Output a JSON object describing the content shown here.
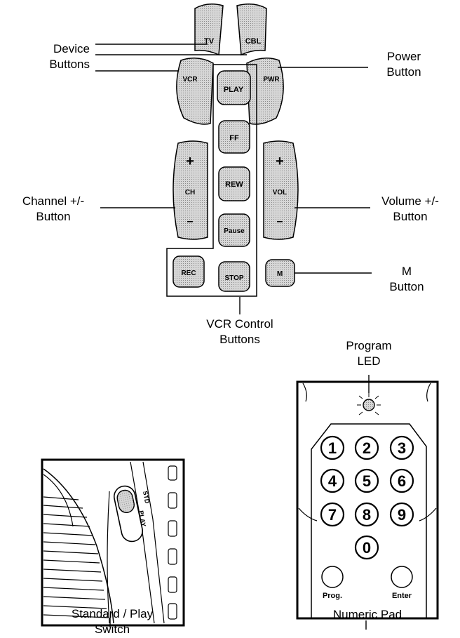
{
  "colors": {
    "button_fill": "#c8c8c8",
    "stroke": "#000000",
    "background": "#ffffff"
  },
  "buttons": {
    "tv": "TV",
    "cbl": "CBL",
    "vcr": "VCR",
    "pwr": "PWR",
    "play": "PLAY",
    "ff": "FF",
    "rew": "REW",
    "pause": "Pause",
    "rec": "REC",
    "stop": "STOP",
    "m": "M",
    "plus": "+",
    "minus": "–",
    "ch": "CH",
    "vol": "VOL"
  },
  "labels": {
    "device_1": "Device",
    "device_2": "Buttons",
    "power_1": "Power",
    "power_2": "Button",
    "channel_1": "Channel +/-",
    "channel_2": "Button",
    "volume_1": "Volume +/-",
    "volume_2": "Button",
    "m_1": "M",
    "m_2": "Button",
    "vcr_1": "VCR Control",
    "vcr_2": "Buttons",
    "led_1": "Program",
    "led_2": "LED",
    "switch_1": "Standard / Play",
    "switch_2": "Switch",
    "numpad": "Numeric Pad"
  },
  "switch_panel": {
    "std": "STD",
    "play": "PLAY"
  },
  "numpad_keys": [
    "1",
    "2",
    "3",
    "4",
    "5",
    "6",
    "7",
    "8",
    "9",
    "0"
  ],
  "numpad_extra": {
    "prog": "Prog.",
    "enter": "Enter"
  }
}
